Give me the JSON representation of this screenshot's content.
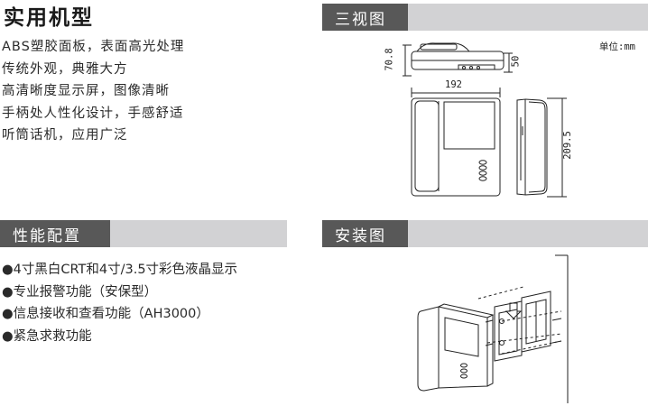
{
  "product_title": "实用机型",
  "features": [
    "ABS塑胶面板，表面高光处理",
    "传统外观，典雅大方",
    "高清晰度显示屏，图像清晰",
    "手柄处人性化设计，手感舒适",
    "听筒话机，应用广泛"
  ],
  "sections": {
    "three_view": "三视图",
    "performance": "性能配置",
    "installation": "安装图"
  },
  "unit_label": "单位:mm",
  "dimensions": {
    "depth": "70.8",
    "height_top": "50",
    "width": "192",
    "height": "209.5"
  },
  "bullet": "●",
  "specs": [
    "4寸黑白CRT和4寸/3.5寸彩色液晶显示",
    "专业报警功能（安保型）",
    "信息接收和查看功能（AH3000）",
    "紧急求救功能"
  ],
  "colors": {
    "tab_bg": "#585858",
    "bar_bg": "#d2d2d4",
    "line": "#222222"
  }
}
